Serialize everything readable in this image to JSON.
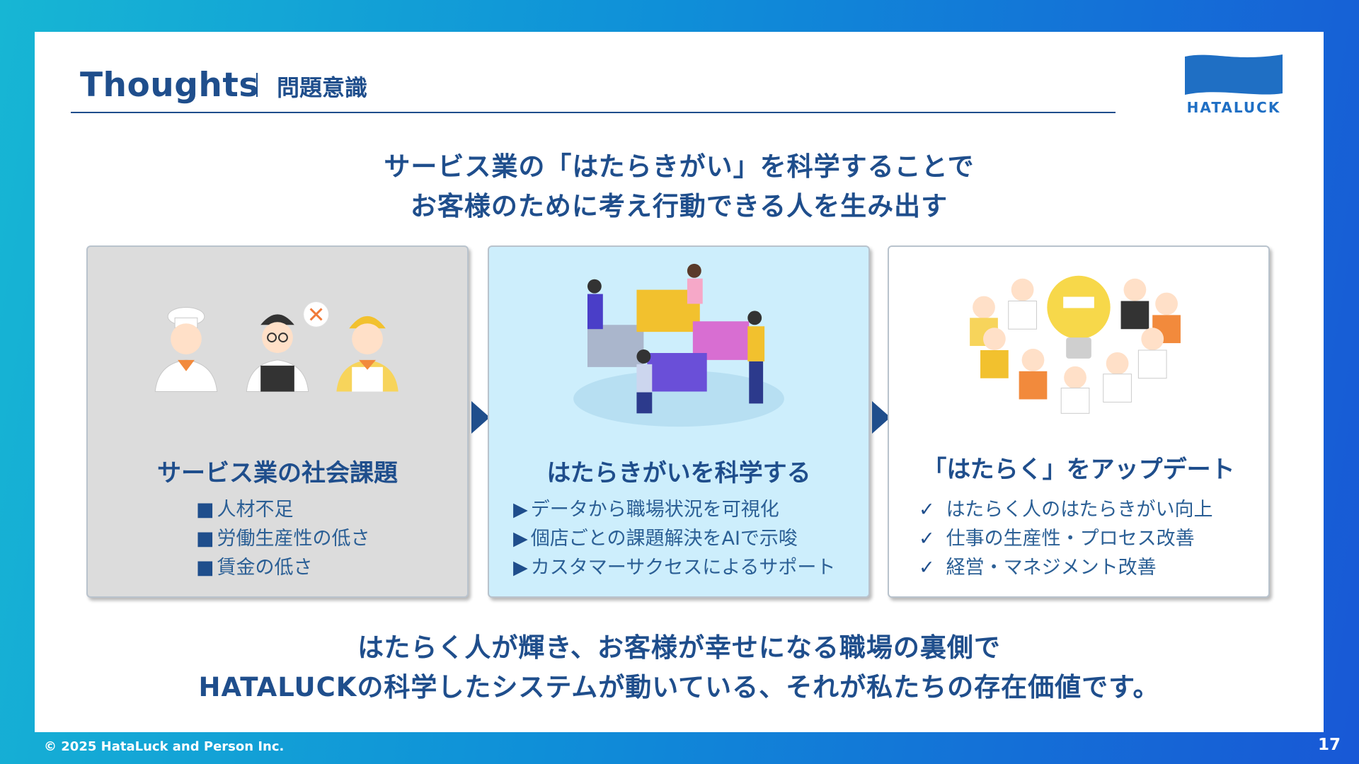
{
  "header": {
    "title": "Thoughts",
    "subtitle": "問題意識",
    "logo_text": "HATALUCK"
  },
  "headline": {
    "line1": "サービス業の「はたらきがい」を科学することで",
    "line2": "お客様のために考え行動できる人を生み出す"
  },
  "panels": [
    {
      "title": "サービス業の社会課題",
      "marker": "■",
      "items": [
        "人材不足",
        "労働生産性の低さ",
        "賃金の低さ"
      ]
    },
    {
      "title": "はたらきがいを科学する",
      "marker": "▶",
      "items": [
        "データから職場状況を可視化",
        "個店ごとの課題解決をAIで示唆",
        "カスタマーサクセスによるサポート"
      ]
    },
    {
      "title": "「はたらく」をアップデート",
      "marker": "✓",
      "items": [
        "はたらく人のはたらきがい向上",
        "仕事の生産性・プロセス改善",
        "経営・マネジメント改善"
      ]
    }
  ],
  "conclusion": {
    "line1": "はたらく人が輝き、お客様が幸せになる職場の裏側で",
    "line2": "HATALUCKの科学したシステムが動いている、それが私たちの存在価値です。"
  },
  "footer": {
    "copyright": "© 2025 HataLuck and Person Inc.",
    "page_number": "17"
  },
  "colors": {
    "brand_navy": "#1f4e8c",
    "brand_blue": "#1f6fc4",
    "panel_gray": "#dcdcdc",
    "panel_lightblue": "#cdeefc"
  },
  "icons": [
    "logo-flag-icon",
    "cross-icon",
    "lightbulb-icon",
    "puzzle-icon"
  ]
}
